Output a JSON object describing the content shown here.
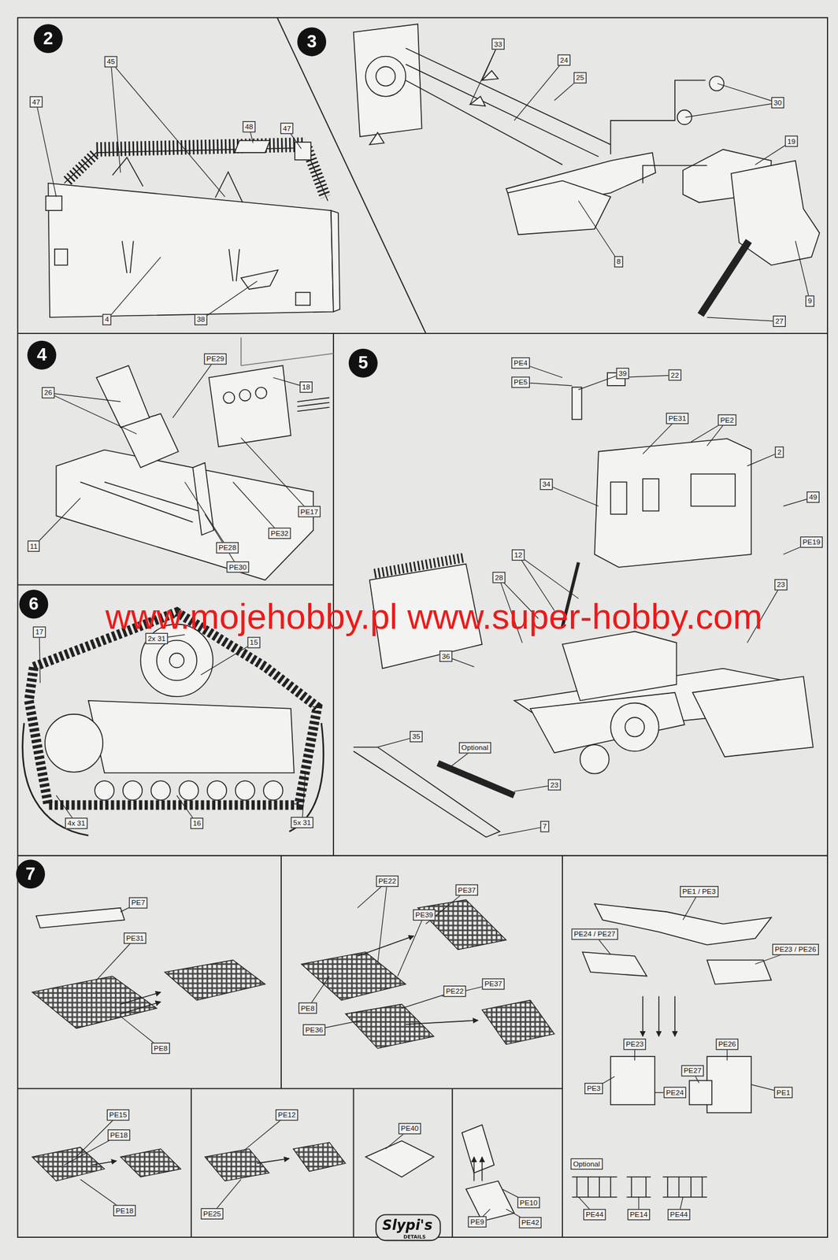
{
  "diagram": {
    "nodes": [
      {
        "text": [
          "2"
        ]
      },
      {
        "text": [
          "45"
        ]
      },
      {
        "text": [
          "47"
        ]
      },
      {
        "text": [
          "48"
        ]
      },
      {
        "text": [
          "47"
        ]
      },
      {
        "text": [
          "4"
        ]
      },
      {
        "text": [
          "38"
        ]
      },
      {
        "text": [
          "3"
        ]
      },
      {
        "text": [
          "33"
        ]
      },
      {
        "text": [
          "24"
        ]
      },
      {
        "text": [
          "25"
        ]
      },
      {
        "text": [
          "30"
        ]
      },
      {
        "text": [
          "19"
        ]
      },
      {
        "text": [
          "8"
        ]
      },
      {
        "text": [
          "9"
        ]
      },
      {
        "text": [
          "27"
        ]
      },
      {
        "text": [
          "4"
        ]
      },
      {
        "text": [
          "PE29"
        ]
      },
      {
        "text": [
          "18"
        ]
      },
      {
        "text": [
          "26"
        ]
      },
      {
        "text": [
          "PE17"
        ]
      },
      {
        "text": [
          "PE32"
        ]
      },
      {
        "text": [
          "11"
        ]
      },
      {
        "text": [
          "PE28"
        ]
      },
      {
        "text": [
          "PE30"
        ]
      },
      {
        "text": [
          "5"
        ]
      },
      {
        "text": [
          "PE4"
        ]
      },
      {
        "text": [
          "39"
        ]
      },
      {
        "text": [
          "22"
        ]
      },
      {
        "text": [
          "PE5"
        ]
      },
      {
        "text": [
          "PE31"
        ]
      },
      {
        "text": [
          "PE2"
        ]
      },
      {
        "text": [
          "2"
        ]
      },
      {
        "text": [
          "34"
        ]
      },
      {
        "text": [
          "49"
        ]
      },
      {
        "text": [
          "PE19"
        ]
      },
      {
        "text": [
          "12"
        ]
      },
      {
        "text": [
          "28"
        ]
      },
      {
        "text": [
          "23"
        ]
      },
      {
        "text": [
          "36"
        ]
      },
      {
        "text": [
          "35"
        ]
      },
      {
        "text": [
          "Optional"
        ]
      },
      {
        "text": [
          "23"
        ]
      },
      {
        "text": [
          "7"
        ]
      },
      {
        "text": [
          "6"
        ]
      },
      {
        "text": [
          "2x 31"
        ]
      },
      {
        "text": [
          "17"
        ]
      },
      {
        "text": [
          "15"
        ]
      },
      {
        "text": [
          "4x 31"
        ]
      },
      {
        "text": [
          "16"
        ]
      },
      {
        "text": [
          "5x 31"
        ]
      },
      {
        "text": [
          "7"
        ]
      },
      {
        "text": [
          "PE7"
        ]
      },
      {
        "text": [
          "PE31"
        ]
      },
      {
        "text": [
          "PE8"
        ]
      },
      {
        "text": [
          "PE22"
        ]
      },
      {
        "text": [
          "PE37"
        ]
      },
      {
        "text": [
          "PE39"
        ]
      },
      {
        "text": [
          "PE37"
        ]
      },
      {
        "text": [
          "PE22"
        ]
      },
      {
        "text": [
          "PE8"
        ]
      },
      {
        "text": [
          "PE36"
        ]
      },
      {
        "text": [
          "PE1 / PE3"
        ]
      },
      {
        "text": [
          "PE24 / PE27"
        ]
      },
      {
        "text": [
          "PE23 / PE26"
        ]
      },
      {
        "text": [
          "PE23"
        ]
      },
      {
        "text": [
          "PE26"
        ]
      },
      {
        "text": [
          "PE27"
        ]
      },
      {
        "text": [
          "PE3"
        ]
      },
      {
        "text": [
          "PE24"
        ]
      },
      {
        "text": [
          "PE1"
        ]
      },
      {
        "text": [
          "Optional"
        ]
      },
      {
        "text": [
          "PE44"
        ]
      },
      {
        "text": [
          "PE14"
        ]
      },
      {
        "text": [
          "PE44"
        ]
      },
      {
        "text": [
          "PE15"
        ]
      },
      {
        "text": [
          "PE18"
        ]
      },
      {
        "text": [
          "PE18"
        ]
      },
      {
        "text": [
          "PE12"
        ]
      },
      {
        "text": [
          "PE25"
        ]
      },
      {
        "text": [
          "PE40"
        ]
      },
      {
        "text": [
          "PE10"
        ]
      },
      {
        "text": [
          "PE9"
        ]
      },
      {
        "text": [
          "PE42"
        ]
      }
    ],
    "labels": [
      "www.mojehobby.pl www.super-hobby.com",
      "Slypi's",
      "DETAILS"
    ]
  }
}
